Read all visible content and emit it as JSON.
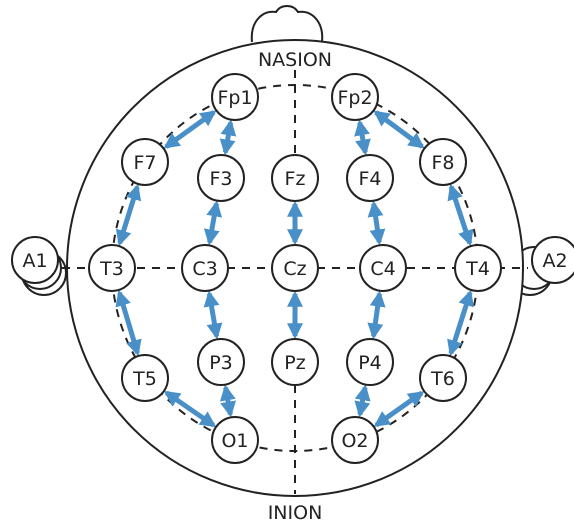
{
  "landmarks": {
    "top": "NASION",
    "bottom": "INION"
  },
  "ears": [
    "A1",
    "A2"
  ],
  "electrodes": [
    "Fp1",
    "Fp2",
    "F7",
    "F3",
    "Fz",
    "F4",
    "F8",
    "T3",
    "C3",
    "Cz",
    "C4",
    "T4",
    "T5",
    "P3",
    "Pz",
    "P4",
    "T6",
    "O1",
    "O2"
  ],
  "arrow_pairs": [
    [
      "Fp1",
      "F7"
    ],
    [
      "F7",
      "T3"
    ],
    [
      "T3",
      "T5"
    ],
    [
      "T5",
      "O1"
    ],
    [
      "Fp1",
      "F3"
    ],
    [
      "F3",
      "C3"
    ],
    [
      "C3",
      "P3"
    ],
    [
      "P3",
      "O1"
    ],
    [
      "Fz",
      "Cz"
    ],
    [
      "Cz",
      "Pz"
    ],
    [
      "Fp2",
      "F4"
    ],
    [
      "F4",
      "C4"
    ],
    [
      "C4",
      "P4"
    ],
    [
      "P4",
      "O2"
    ],
    [
      "Fp2",
      "F8"
    ],
    [
      "F8",
      "T4"
    ],
    [
      "T4",
      "T6"
    ],
    [
      "T6",
      "O2"
    ]
  ],
  "colors": {
    "arrow": "#4a90c8",
    "line": "#222222",
    "fill": "#ffffff"
  }
}
